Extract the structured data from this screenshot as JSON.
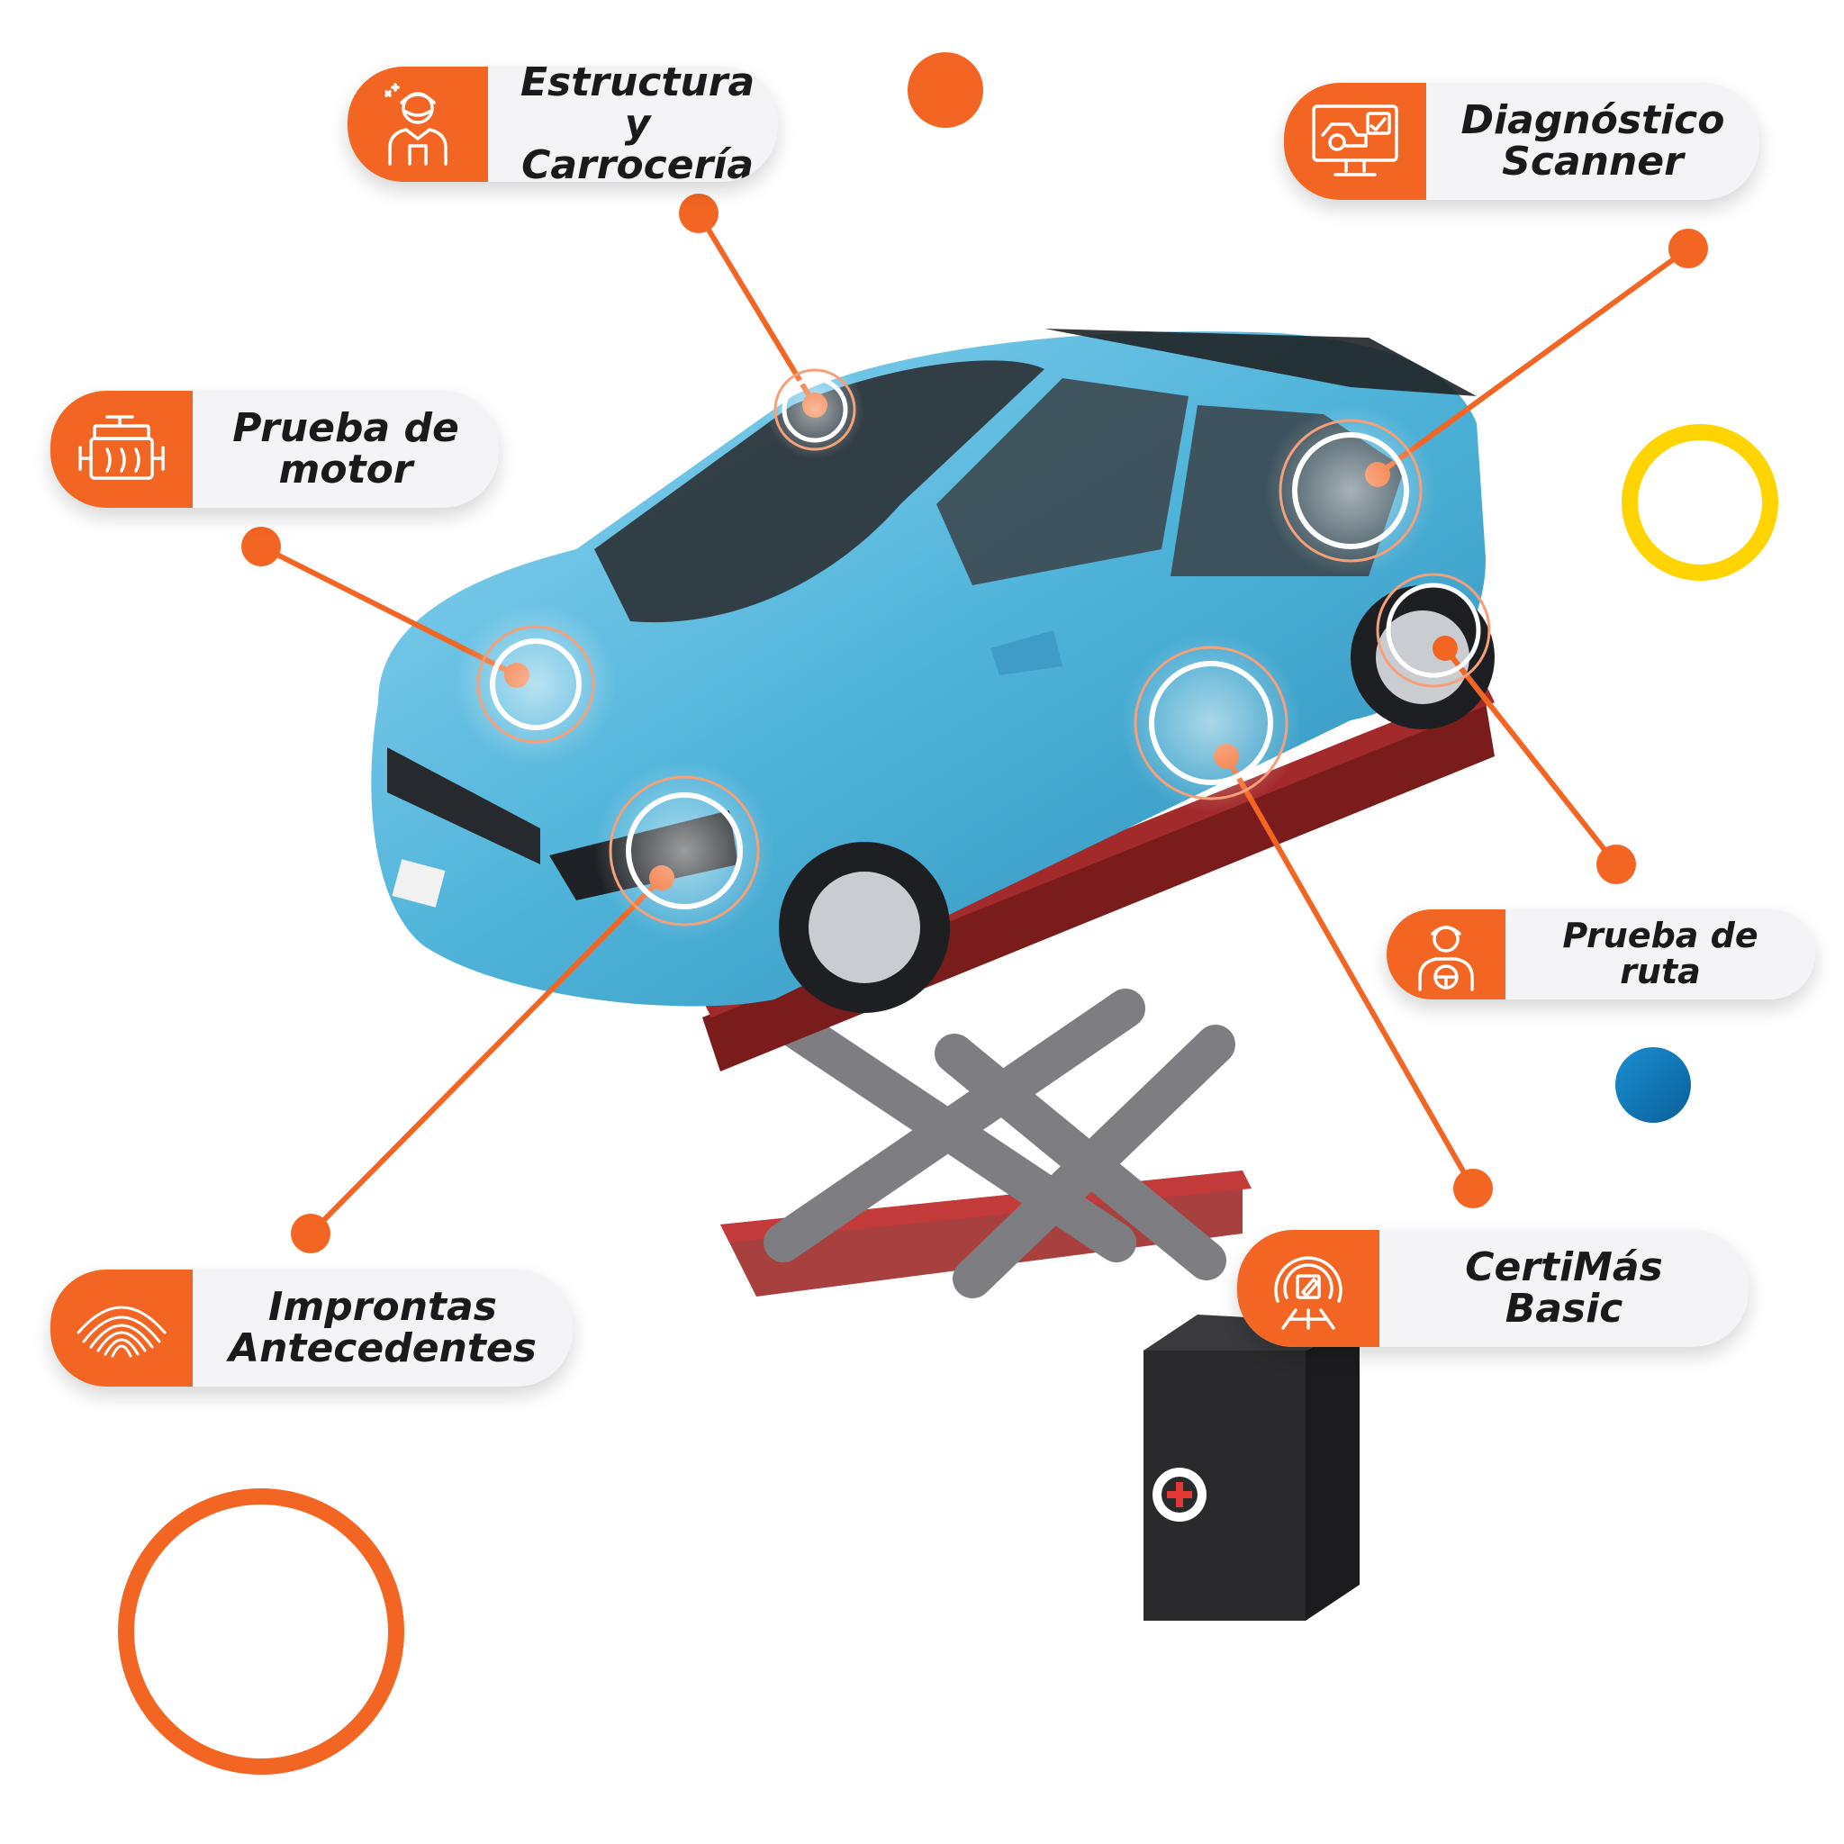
{
  "colors": {
    "accent": "#f26522",
    "badge_bg": "#f4f4f6",
    "text": "#1a1a1a",
    "car_body": "#4fb3d9",
    "lift": "#8c1f1f",
    "ring_yellow": "#ffd400",
    "dot_blue": "#1a8fd1"
  },
  "badges": [
    {
      "id": "estructura",
      "label": "Estructura y\nCarrocería",
      "icon": "mechanic-icon"
    },
    {
      "id": "diagnostico",
      "label": "Diagnóstico\nScanner",
      "icon": "computer-diagnostic-icon"
    },
    {
      "id": "motor",
      "label": "Prueba de\nmotor",
      "icon": "engine-icon"
    },
    {
      "id": "ruta",
      "label": "Prueba de ruta",
      "icon": "driver-icon"
    },
    {
      "id": "improntas",
      "label": "Improntas\nAntecedentes",
      "icon": "fingerprint-icon"
    },
    {
      "id": "certimas",
      "label": "CertiMás Basic",
      "icon": "speedometer-icon"
    }
  ]
}
